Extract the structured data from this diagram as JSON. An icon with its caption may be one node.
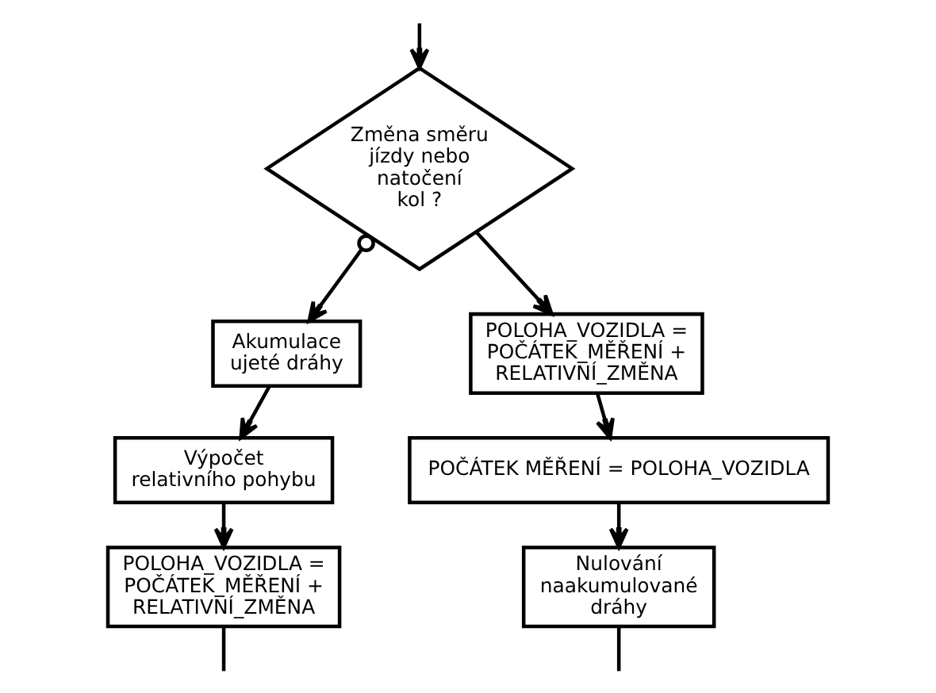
{
  "diagram": {
    "nodes": [
      {
        "text": [
          "Změna směru jízdy nebo natočení kol ?"
        ]
      },
      {
        "text": [
          "Akumulace ujeté dráhy"
        ]
      },
      {
        "text": [
          "Výpočet relativního pohybu"
        ]
      },
      {
        "text": [
          "POLOHA_VOZIDLA = POČÁTEK_MĚŘENÍ + RELATIVNÍ_ZMĚNA"
        ]
      },
      {
        "text": [
          "POLOHA_VOZIDLA = POČÁTEK_MĚŘENÍ + RELATIVNÍ_ZMĚNA"
        ]
      },
      {
        "text": [
          "POČÁTEK MĚŘENÍ = POLOHA_VOZIDLA"
        ]
      },
      {
        "text": [
          "Nulování naakumulované dráhy"
        ]
      }
    ],
    "edges": [
      {
        "from": null,
        "to": 0,
        "arrow": "to"
      },
      {
        "from": 0,
        "to": 1,
        "arrow": "to"
      },
      {
        "from": 0,
        "to": 4,
        "arrow": "to"
      },
      {
        "from": 1,
        "to": 2,
        "arrow": "to"
      },
      {
        "from": 2,
        "to": 3,
        "arrow": "to"
      },
      {
        "from": 4,
        "to": 5,
        "arrow": "to"
      },
      {
        "from": 5,
        "to": 6,
        "arrow": "to"
      },
      {
        "from": 3,
        "to": null,
        "arrow": "none"
      },
      {
        "from": 6,
        "to": null,
        "arrow": "none"
      }
    ]
  }
}
